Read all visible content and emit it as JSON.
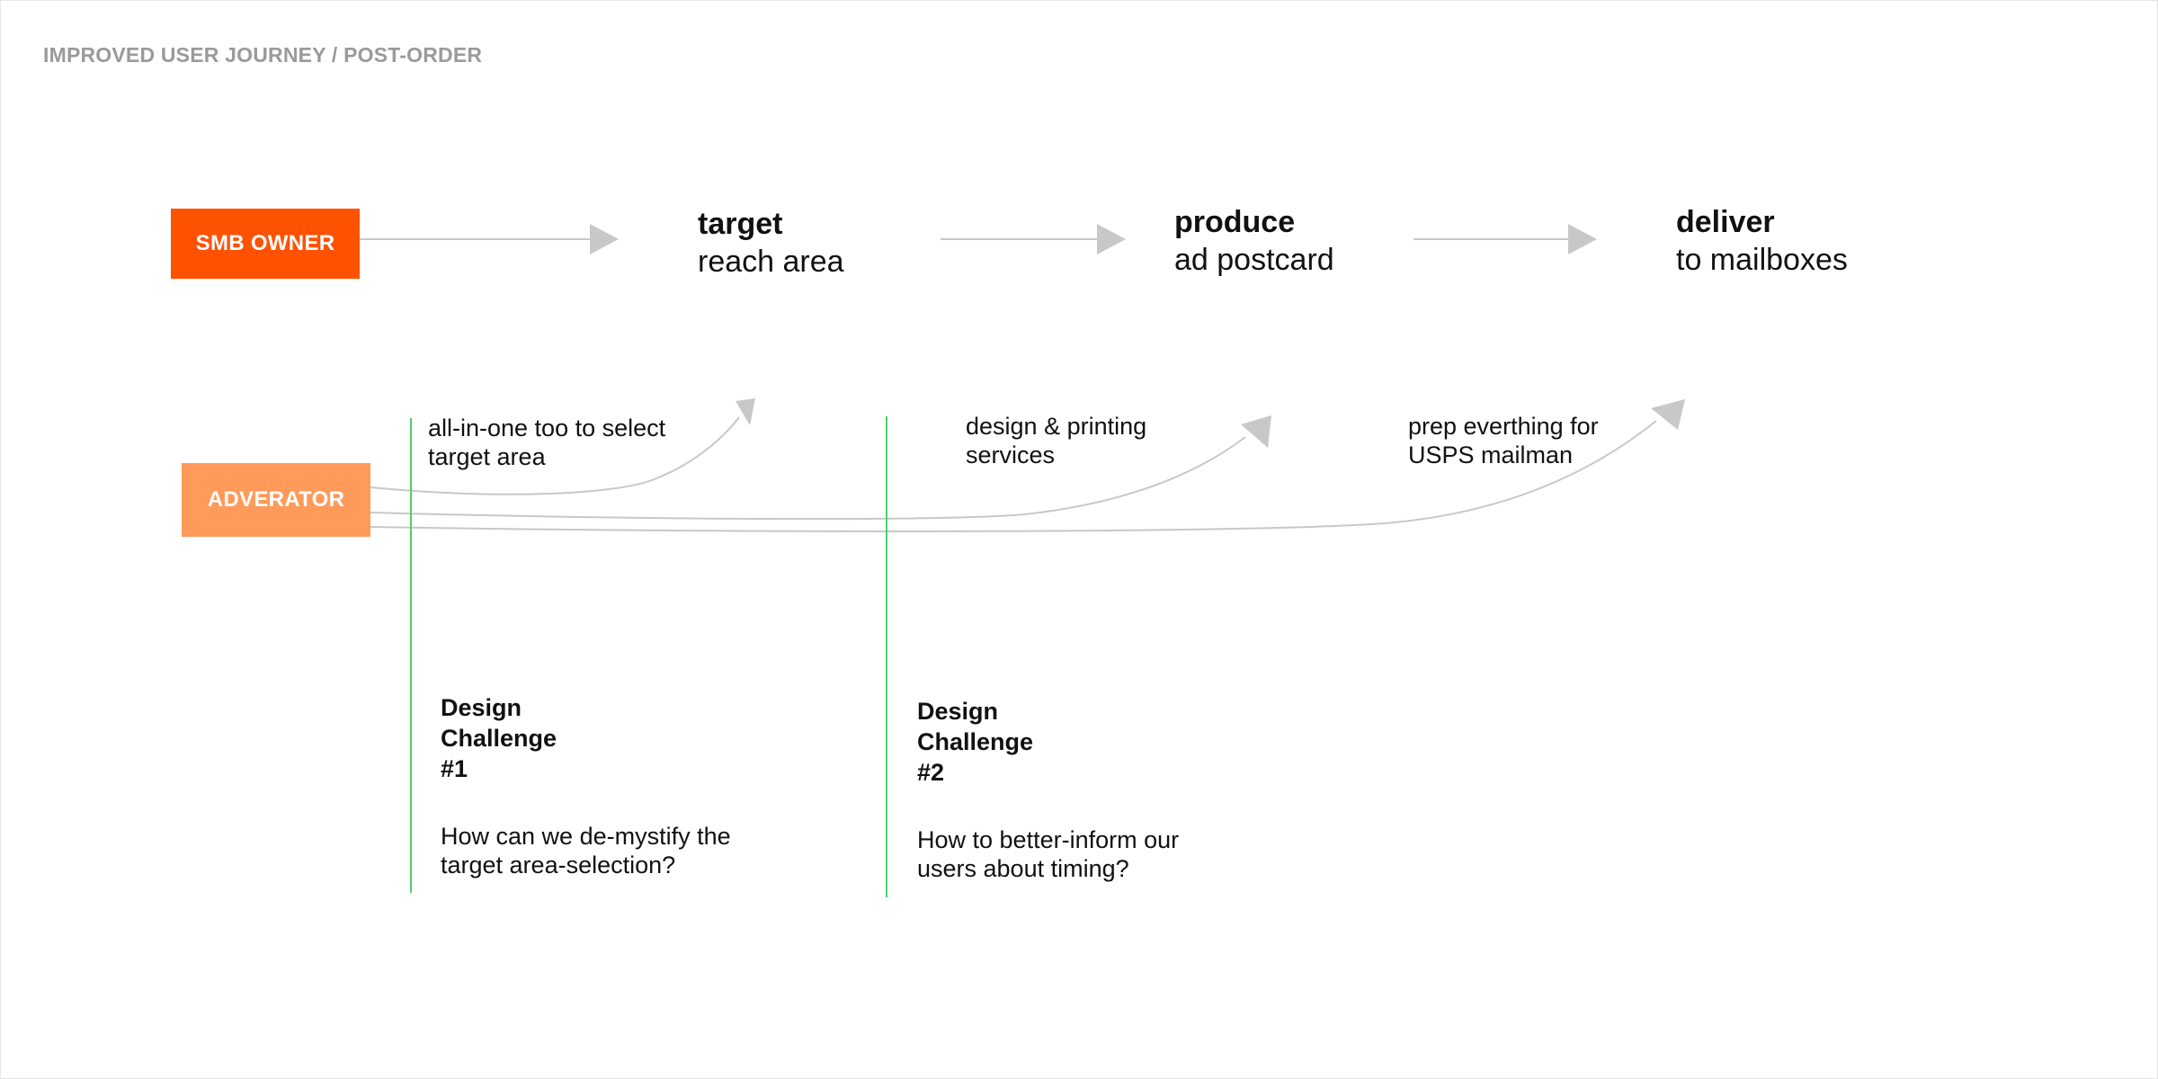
{
  "page_title": "IMPROVED USER JOURNEY / POST-ORDER",
  "colors": {
    "smb_owner": "#ff5200",
    "adverator": "#ff9a5a",
    "arrow": "#c8c8c8",
    "divider": "#4cd06a",
    "title": "#9a9a9a"
  },
  "actors": {
    "smb_owner": "SMB OWNER",
    "adverator": "ADVERATOR"
  },
  "steps": [
    {
      "verb": "target",
      "object": "reach area"
    },
    {
      "verb": "produce",
      "object": "ad postcard"
    },
    {
      "verb": "deliver",
      "object": "to mailboxes"
    }
  ],
  "notes": [
    "all-in-one too to select\ntarget area",
    "design & printing\nservices",
    "prep everthing for\nUSPS mailman"
  ],
  "challenges": [
    {
      "title": "Design\nChallenge\n#1",
      "question": "How can we de-mystify the\ntarget area-selection?"
    },
    {
      "title": "Design\nChallenge\n#2",
      "question": "How to better-inform our\nusers about timing?"
    }
  ]
}
